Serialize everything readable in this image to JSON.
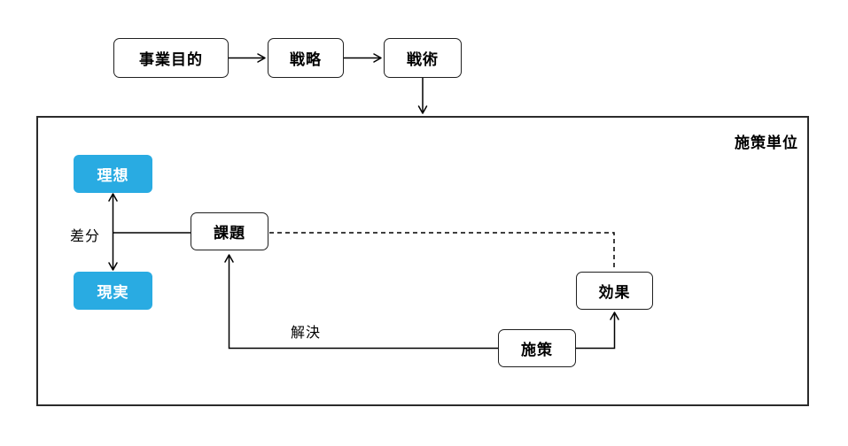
{
  "diagram": {
    "top_flow": [
      {
        "id": "business-purpose",
        "label": "事業目的"
      },
      {
        "id": "strategy",
        "label": "戦略"
      },
      {
        "id": "tactics",
        "label": "戦術"
      }
    ],
    "container": {
      "label": "施策単位"
    },
    "nodes": {
      "ideal": {
        "label": "理想"
      },
      "reality": {
        "label": "現実"
      },
      "issue": {
        "label": "課題"
      },
      "effect": {
        "label": "効果"
      },
      "measure": {
        "label": "施策"
      }
    },
    "edge_labels": {
      "gap": "差分",
      "solve": "解決"
    },
    "colors": {
      "highlight_blue": "#29ABE2",
      "line_black": "#000000",
      "border_dark": "#1f1f1f"
    }
  }
}
